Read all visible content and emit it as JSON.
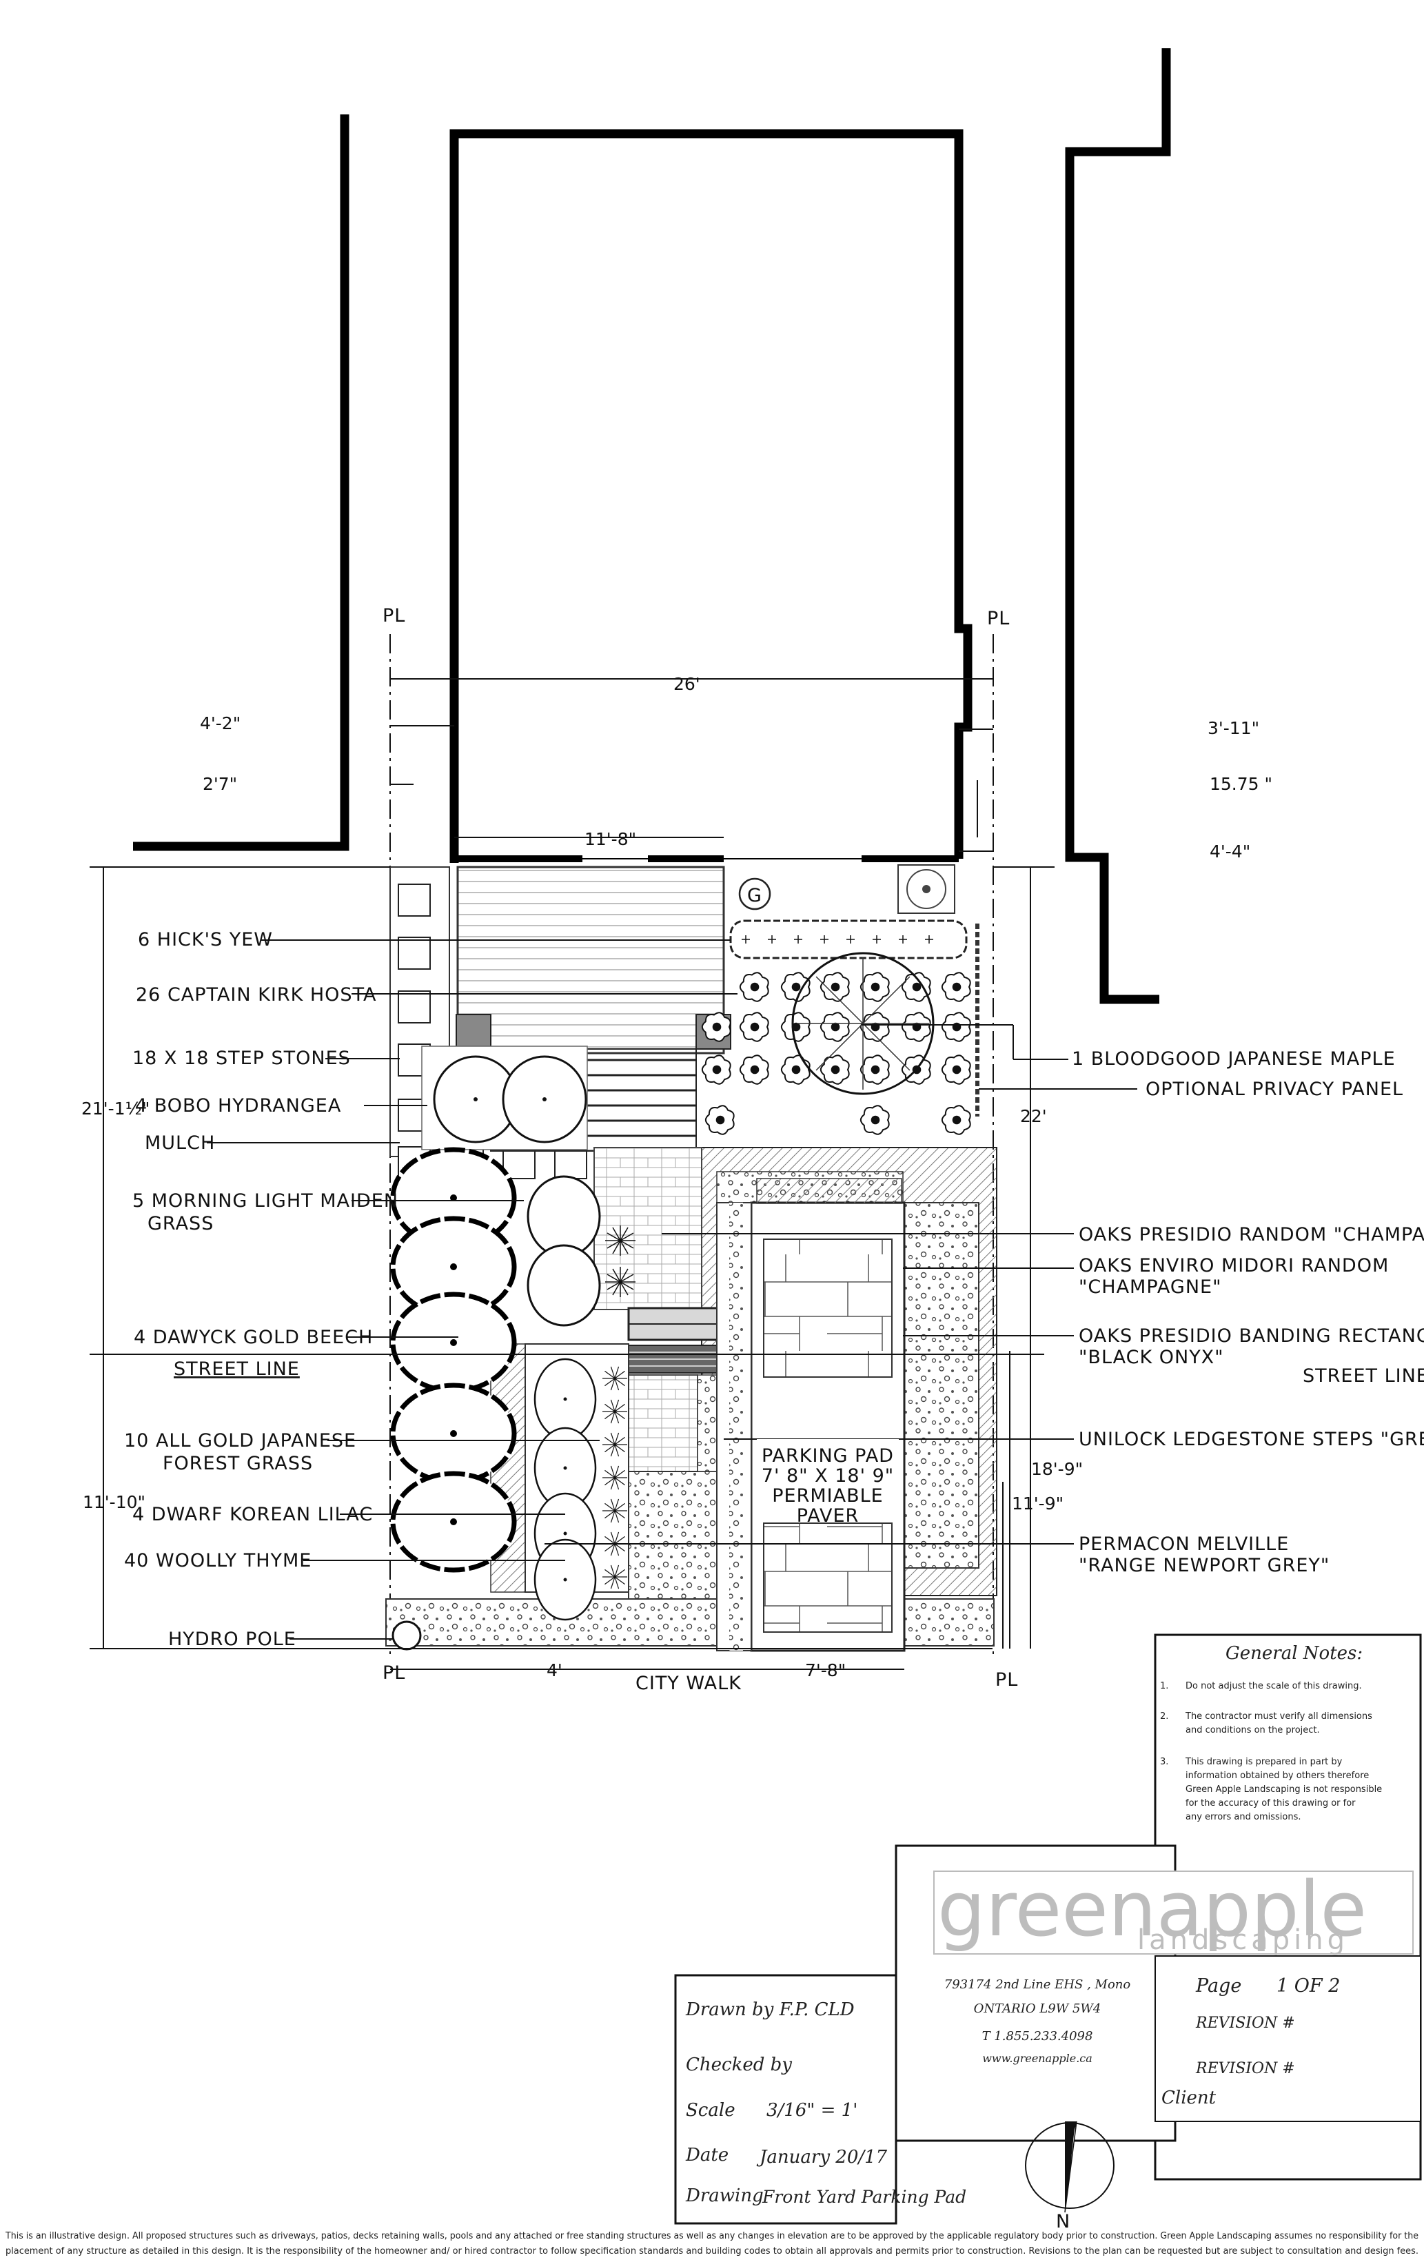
{
  "colors": {
    "ink": "#111111",
    "logo_grey": "#bdbdbd",
    "hatch": "#888888"
  },
  "property_line_label": "PL",
  "street_line_label": "STREET LINE",
  "dimensions": {
    "house_width": "26'",
    "left_setback": "4'-2\"",
    "right_setback": "3'-11\"",
    "left_offset": "2'7\"",
    "right_offset": "15.75 \"",
    "porch_width": "11'-8\"",
    "right_gap": "4'-4\"",
    "left_depth": "21'-1½\"",
    "right_depth": "22'",
    "left_front": "11'-10\"",
    "pad_depth_outer": "18'-9\"",
    "pad_depth_inner": "11'-9\"",
    "walk_width": "4'",
    "pad_width": "7'-8\""
  },
  "labels_left": [
    "6 HICK'S YEW",
    "26 CAPTAIN KIRK HOSTA",
    "18 X 18 STEP STONES",
    "4 BOBO HYDRANGEA",
    "MULCH",
    "5 MORNING LIGHT MAIDEN",
    "GRASS",
    "4 DAWYCK GOLD BEECH",
    "10 ALL GOLD JAPANESE",
    "FOREST GRASS",
    "4 DWARF KOREAN LILAC",
    "40 WOOLLY THYME",
    "HYDRO POLE"
  ],
  "labels_right": [
    "1 BLOODGOOD JAPANESE MAPLE",
    "OPTIONAL PRIVACY PANEL",
    "OAKS PRESIDIO RANDOM \"CHAMPAGNE\"",
    "OAKS ENVIRO MIDORI RANDOM",
    "\"CHAMPAGNE\"",
    "OAKS PRESIDIO BANDING RECTANGLE",
    "\"BLACK ONYX\"",
    "UNILOCK LEDGESTONE STEPS \"GREY\"",
    "PERMACON MELVILLE",
    "\"RANGE NEWPORT GREY\""
  ],
  "gas_meter": "G",
  "parking_pad": [
    "PARKING PAD",
    "7' 8\" X 18' 9\"",
    "PERMIABLE",
    "PAVER"
  ],
  "city_walk": "CITY WALK",
  "general_notes": {
    "title": "General Notes:",
    "items": [
      [
        "1.",
        "Do not adjust the scale of this drawing."
      ],
      [
        "2.",
        "The contractor must verify all dimensions",
        "and conditions on the project."
      ],
      [
        "3.",
        "This drawing is prepared in part by",
        "information obtained by others therefore",
        "Green Apple Landscaping is not responsible",
        "for the accuracy of this drawing or for",
        "any errors and omissions."
      ]
    ]
  },
  "company": {
    "logo_main": "greenapple",
    "logo_sub": "landscaping",
    "address_1": "793174 2nd Line EHS , Mono",
    "address_2": "ONTARIO L9W 5W4",
    "phone": "T 1.855.233.4098",
    "web": "www.greenapple.ca"
  },
  "title_block": {
    "drawn_by": "Drawn by F.P. CLD",
    "checked_by": "Checked by",
    "scale_label": "Scale",
    "scale_value": "3/16\" = 1'",
    "date_label": "Date",
    "date_value": "January 20/17",
    "drawing_label": "Drawing",
    "drawing_value": "Front Yard Parking Pad"
  },
  "page_block": {
    "page_label": "Page",
    "page_value": "1 OF 2",
    "revision_1": "REVISION #",
    "revision_2": "REVISION #",
    "client": "Client"
  },
  "north_label": "N",
  "disclaimer_1": "This is an illustrative design. All proposed structures such as driveways, patios, decks retaining walls, pools and any attached or free standing structures as well as any changes in elevation are to be approved by the applicable regulatory body prior to construction. Green Apple Landscaping assumes no responsibility for the",
  "disclaimer_2": "placement of any structure as detailed in this design. It is the responsibility of the homeowner and/ or hired contractor to follow specification standards and building codes to obtain all approvals and permits prior to construction. Revisions to the plan can be requested but are subject to consultation and design fees."
}
